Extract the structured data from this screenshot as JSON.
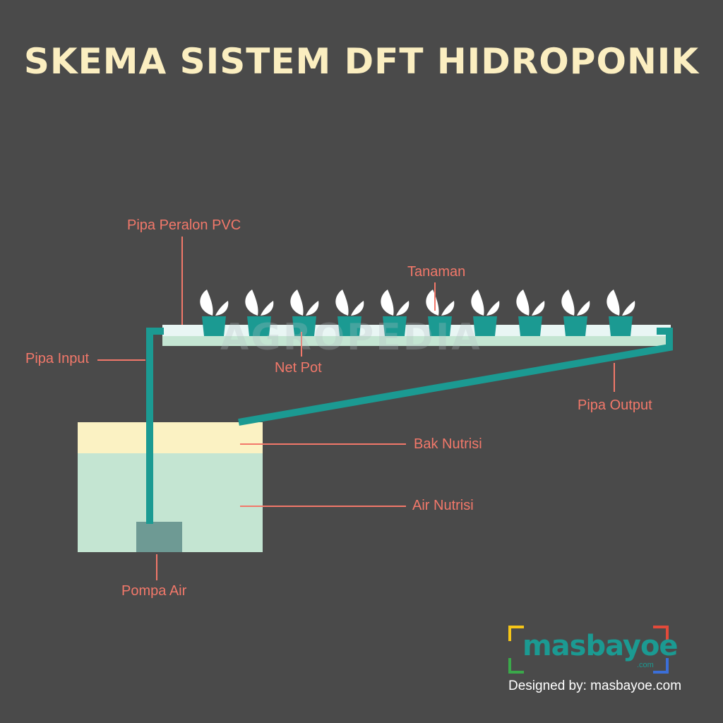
{
  "title": "SKEMA SISTEM DFT HIDROPONIK",
  "labels": {
    "pipe_pvc": "Pipa Peralon PVC",
    "plants": "Tanaman",
    "input_pipe": "Pipa Input",
    "net_pot": "Net Pot",
    "output_pipe": "Pipa Output",
    "tank": "Bak Nutrisi",
    "nutrient_water": "Air Nutrisi",
    "pump": "Pompa Air"
  },
  "watermark": "AGROPEDIA",
  "logo": {
    "word": "masbayoe",
    "suffix": ".com"
  },
  "credit": "Designed by: masbayoe.com",
  "colors": {
    "background": "#4a4a4a",
    "title": "#fbeec0",
    "label": "#f2786a",
    "pipe_teal": "#1b9a92",
    "pvc_pipe": "#e9f6f4",
    "tank_top": "#fbf2c3",
    "tank_water": "#c4e5d2",
    "pump": "#6e9a94",
    "leaf": "#ffffff"
  }
}
